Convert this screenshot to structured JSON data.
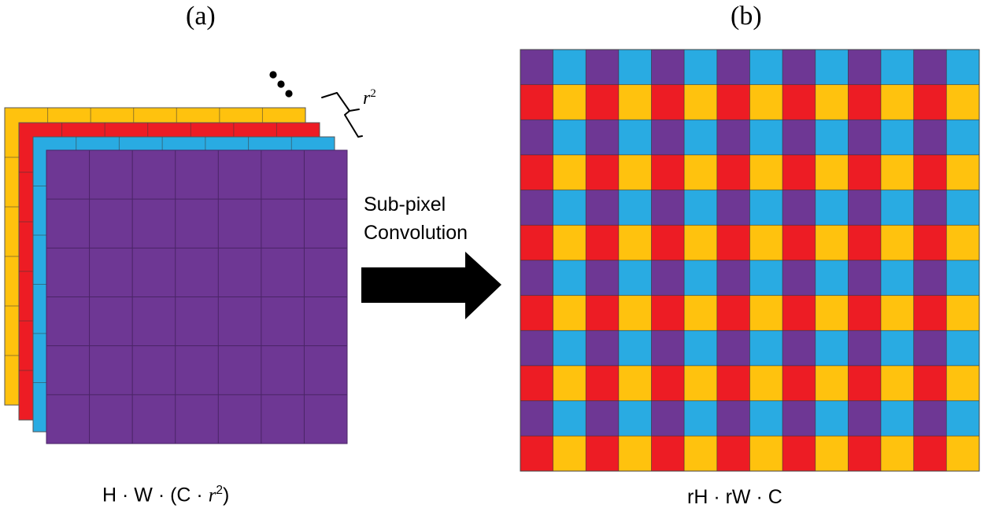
{
  "labels": {
    "panel_a": "(a)",
    "panel_b": "(b)",
    "arrow_line1": "Sub-pixel",
    "arrow_line2": "Convolution",
    "r2_base": "r",
    "r2_exp": "2",
    "left_caption_prefix": "H · W · (C · ",
    "left_caption_r": "r",
    "left_caption_exp": "2",
    "left_caption_suffix": ")",
    "right_caption": "rH · rW · C"
  },
  "colors": {
    "yellow": "#FFC20E",
    "red": "#ED1C24",
    "blue": "#29ABE2",
    "purple": "#6E3794",
    "grid_line_dark": "#4a2466",
    "grid_line_light": "#3d3d3d",
    "arrow": "#000000"
  },
  "feature_stack": {
    "layers": [
      "yellow",
      "red",
      "blue",
      "purple"
    ],
    "grid_rows": 6,
    "grid_cols": 7
  },
  "output_grid": {
    "rows": 12,
    "cols": 14,
    "pattern": [
      [
        "purple",
        "blue"
      ],
      [
        "red",
        "yellow"
      ]
    ]
  }
}
